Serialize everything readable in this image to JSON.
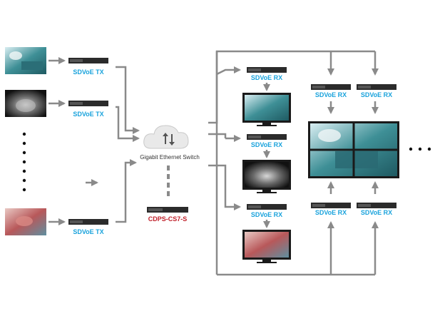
{
  "colors": {
    "arrow": "#8a8a8a",
    "label_blue": "#1aa3dc",
    "label_red": "#c0202a",
    "device": "#2b2b2b",
    "cloud": "#e9e9e9"
  },
  "sources": {
    "tx_label": "SDVoE TX",
    "tx_labels": [
      "SDVoE TX",
      "SDVoE TX",
      "SDVoE TX"
    ],
    "thumbnails": [
      "surgery-photo",
      "xray-photo",
      "surgery-closeup-photo"
    ]
  },
  "switch": {
    "label": "Gigabit Ethernet Switch",
    "icon": "cloud-switch-icon"
  },
  "controller": {
    "label": "CDPS-CS7-S"
  },
  "receivers": {
    "rx_label": "SDVoE RX",
    "monitor_rx_labels": [
      "SDVoE RX",
      "SDVoE RX",
      "SDVoE RX"
    ],
    "wall_top_labels": [
      "SDVoE RX",
      "SDVoE RX"
    ],
    "wall_bottom_labels": [
      "SDVoE RX",
      "SDVoE RX"
    ]
  }
}
